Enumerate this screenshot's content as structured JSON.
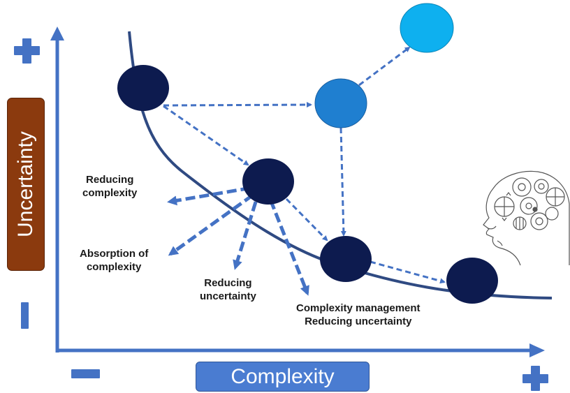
{
  "axes": {
    "y_label": "Uncertainty",
    "x_label": "Complexity",
    "y_plus": "+",
    "y_minus": "−",
    "x_minus": "−",
    "x_plus": "+"
  },
  "labels": {
    "reducing_complexity": [
      "Reducing",
      "complexity"
    ],
    "absorption": [
      "Absorption of",
      "complexity"
    ],
    "reducing_uncertainty": [
      "Reducing",
      "uncertainty"
    ],
    "complexity_management": [
      "Complexity management",
      "Reducing uncertainty"
    ]
  },
  "icons": {
    "head": "head-with-gears-icon"
  },
  "colors": {
    "axis": "#4472c4",
    "curve": "#2f4a82",
    "dark_node": "#0d1b4f",
    "mid_node": "#1f7fd0",
    "light_node": "#0eb0ef",
    "arrow": "#4472c4",
    "y_label_bg": "#8b3a0e",
    "x_label_bg": "#4a7cd1"
  }
}
